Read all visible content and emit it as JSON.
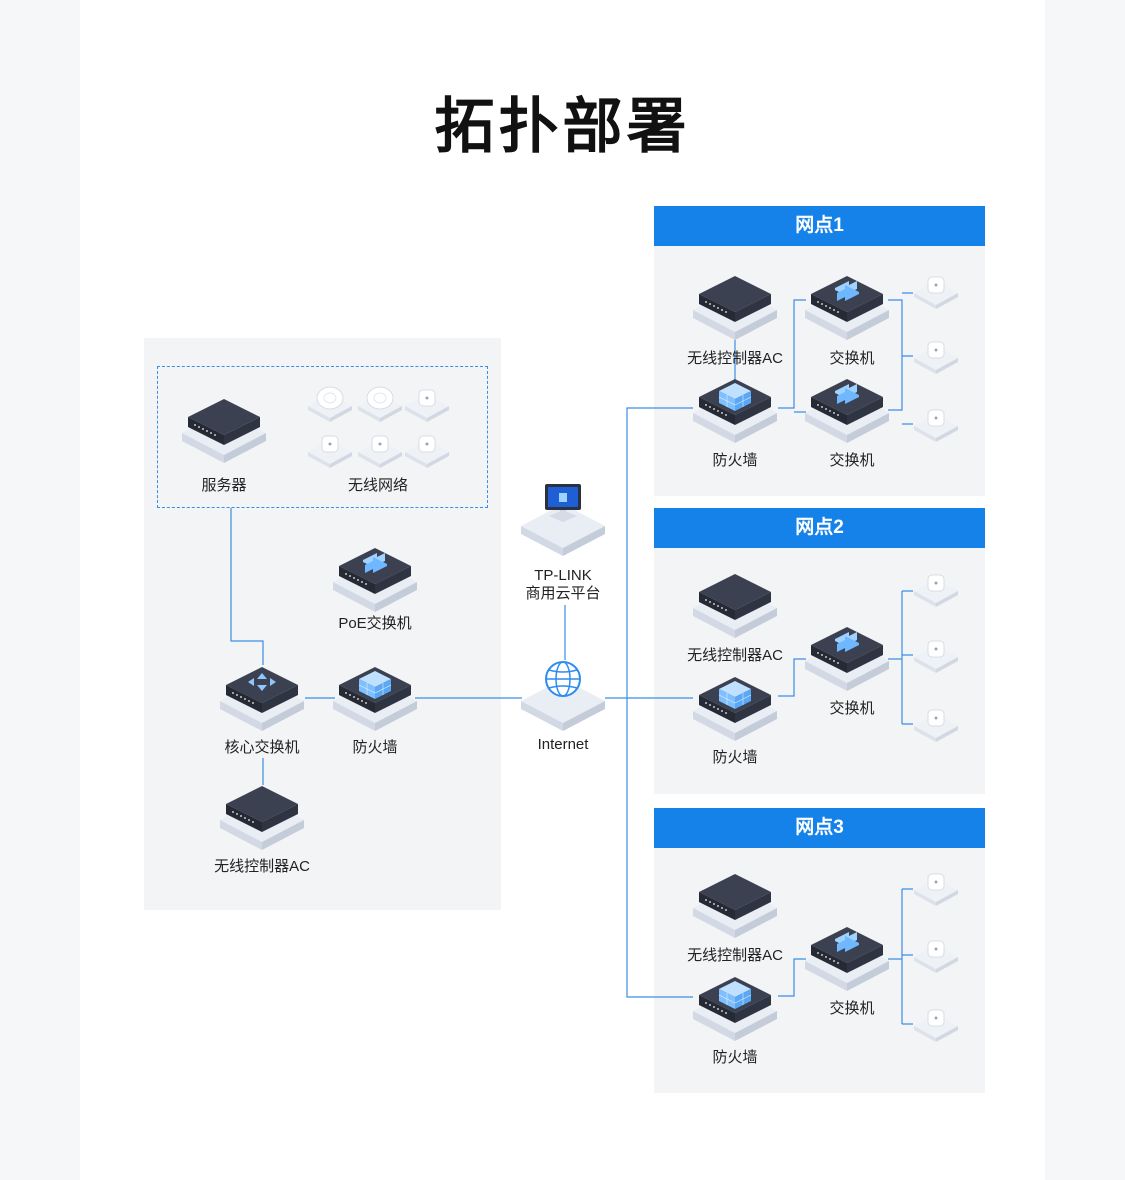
{
  "title": "拓扑部署",
  "colors": {
    "accent": "#1582ea",
    "line": "#3a8ee6",
    "device_top": "#3b4150",
    "device_side": "#252a35",
    "base": "#e4e8f0",
    "panel": "#f3f4f6"
  },
  "hq": {
    "server_label": "服务器",
    "wireless_label": "无线网络",
    "poe_switch_label": "PoE交换机",
    "core_switch_label": "核心交换机",
    "firewall_label": "防火墙",
    "ac_label": "无线控制器AC"
  },
  "cloud": {
    "label_line1": "TP-LINK",
    "label_line2": "商用云平台",
    "internet_label": "Internet"
  },
  "sites": [
    {
      "title": "网点1",
      "ac_label": "无线控制器AC",
      "firewall_label": "防火墙",
      "switch_labels": [
        "交换机",
        "交换机"
      ]
    },
    {
      "title": "网点2",
      "ac_label": "无线控制器AC",
      "firewall_label": "防火墙",
      "switch_labels": [
        "交换机"
      ]
    },
    {
      "title": "网点3",
      "ac_label": "无线控制器AC",
      "firewall_label": "防火墙",
      "switch_labels": [
        "交换机"
      ]
    }
  ]
}
